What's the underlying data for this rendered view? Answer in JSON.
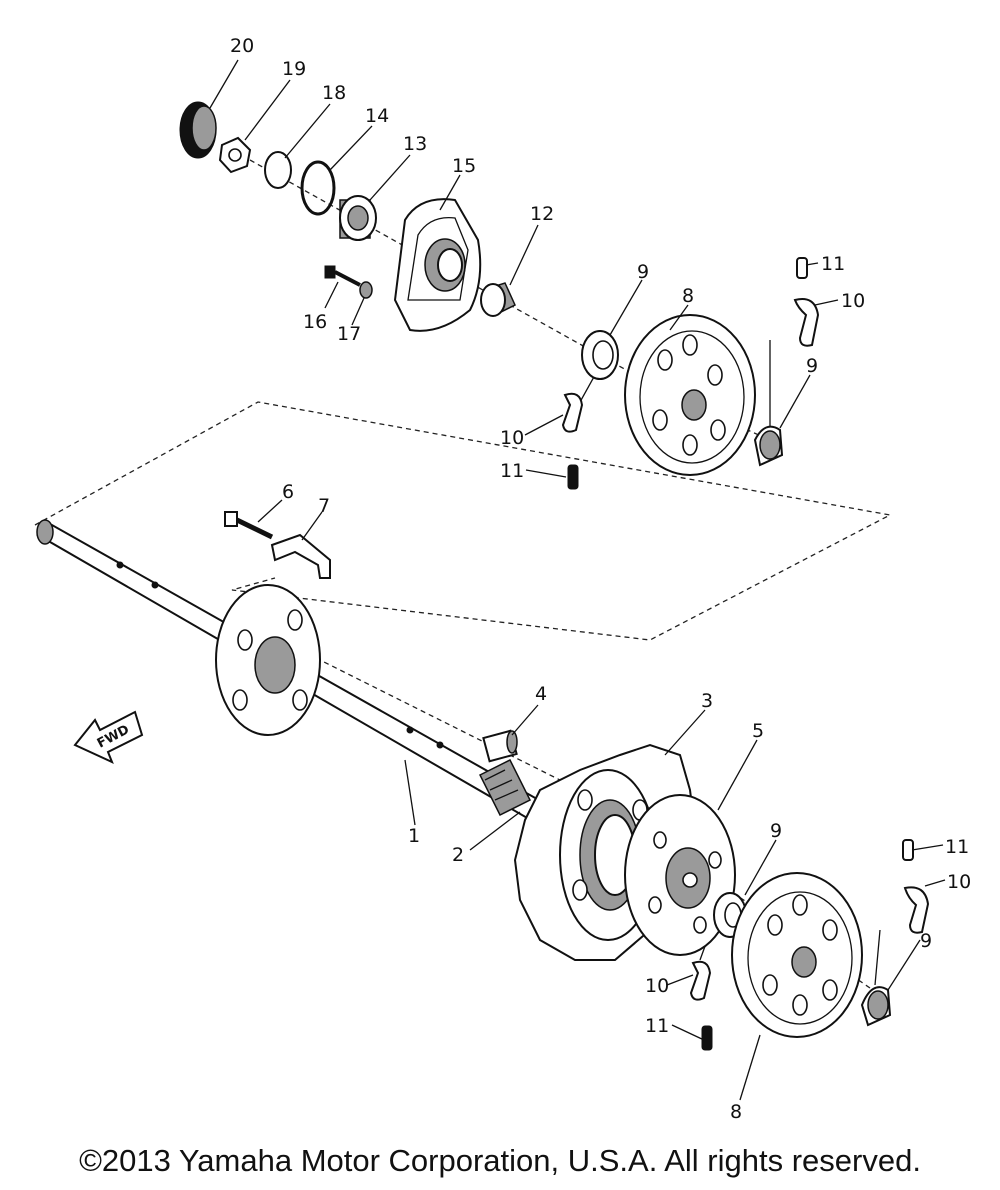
{
  "diagram": {
    "callouts": [
      {
        "id": "c20",
        "text": "20"
      },
      {
        "id": "c19",
        "text": "19"
      },
      {
        "id": "c18",
        "text": "18"
      },
      {
        "id": "c14",
        "text": "14"
      },
      {
        "id": "c13",
        "text": "13"
      },
      {
        "id": "c15",
        "text": "15"
      },
      {
        "id": "c12",
        "text": "12"
      },
      {
        "id": "c16",
        "text": "16"
      },
      {
        "id": "c17",
        "text": "17"
      },
      {
        "id": "c9a",
        "text": "9"
      },
      {
        "id": "c8a",
        "text": "8"
      },
      {
        "id": "c11a",
        "text": "11"
      },
      {
        "id": "c10a",
        "text": "10"
      },
      {
        "id": "c9b",
        "text": "9"
      },
      {
        "id": "c10b",
        "text": "10"
      },
      {
        "id": "c11b",
        "text": "11"
      },
      {
        "id": "c6",
        "text": "6"
      },
      {
        "id": "c7",
        "text": "7"
      },
      {
        "id": "c4",
        "text": "4"
      },
      {
        "id": "c3",
        "text": "3"
      },
      {
        "id": "c5",
        "text": "5"
      },
      {
        "id": "c1",
        "text": "1"
      },
      {
        "id": "c2",
        "text": "2"
      },
      {
        "id": "c9c",
        "text": "9"
      },
      {
        "id": "c11c",
        "text": "11"
      },
      {
        "id": "c10c",
        "text": "10"
      },
      {
        "id": "c9d",
        "text": "9"
      },
      {
        "id": "c10d",
        "text": "10"
      },
      {
        "id": "c11d",
        "text": "11"
      },
      {
        "id": "c8b",
        "text": "8"
      }
    ],
    "fwd_label": "FWD"
  },
  "footer": {
    "copyright": "©2013 Yamaha Motor Corporation, U.S.A. All rights reserved."
  }
}
